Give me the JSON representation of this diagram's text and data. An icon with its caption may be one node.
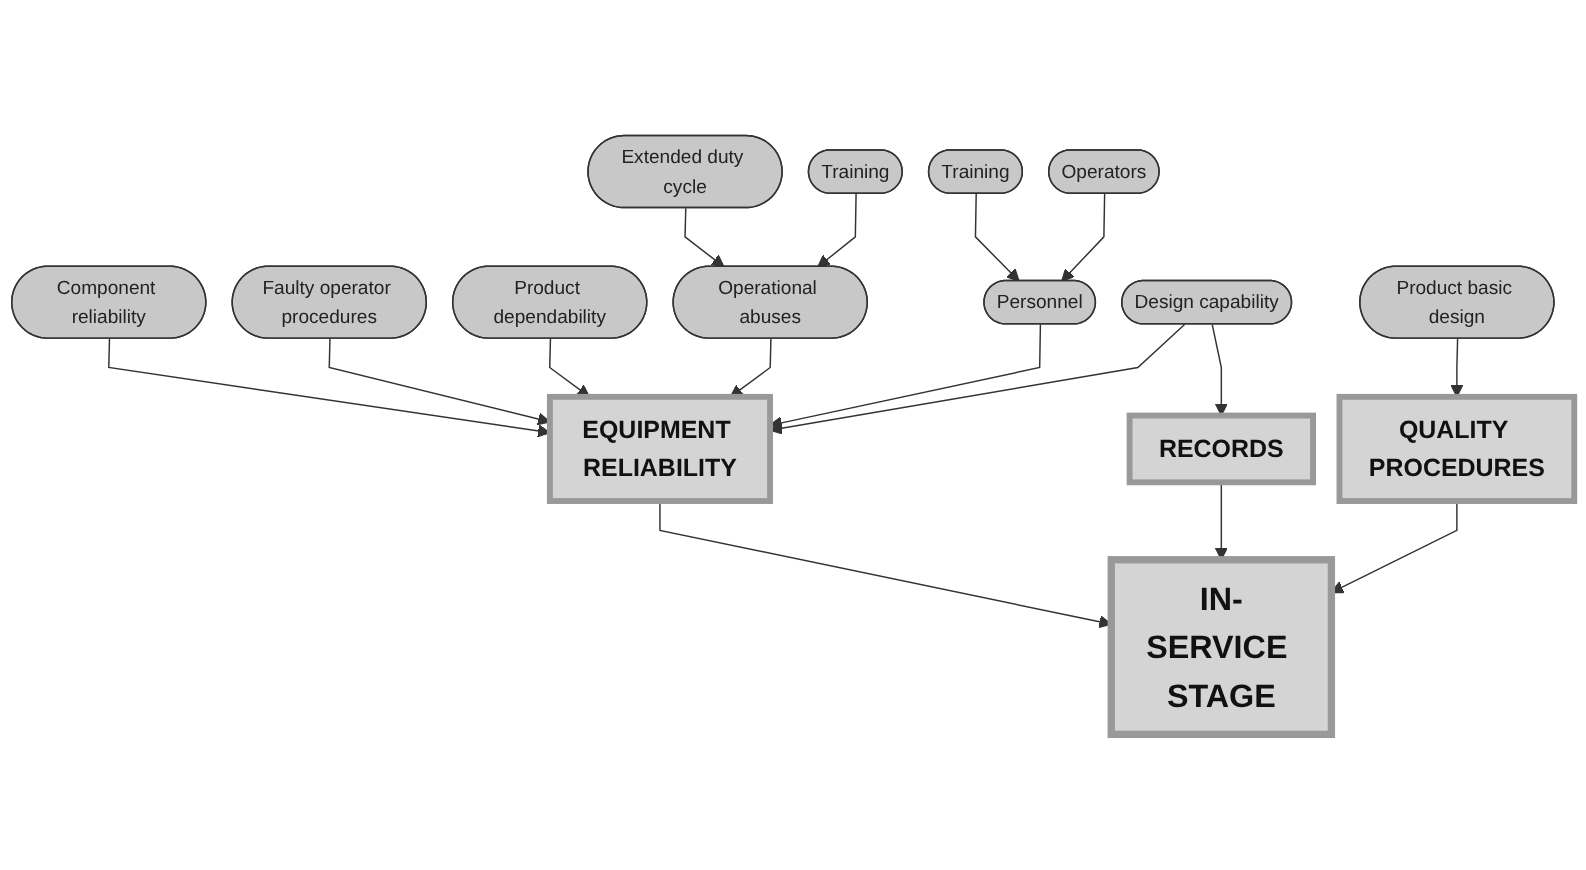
{
  "diagram": {
    "nodes": [
      {
        "text": [
          "Component reliability"
        ]
      },
      {
        "text": [
          "Faulty operator procedures"
        ]
      },
      {
        "text": [
          "Extended duty cycle"
        ]
      },
      {
        "text": [
          "Product dependability"
        ]
      },
      {
        "text": [
          "Operational abuses"
        ]
      },
      {
        "text": [
          "Training"
        ]
      },
      {
        "text": [
          "Personnel"
        ]
      },
      {
        "text": [
          "EQUIPMENT RELIABILITY"
        ]
      },
      {
        "text": [
          "Training"
        ]
      },
      {
        "text": [
          "Design capability"
        ]
      },
      {
        "text": [
          "Operators"
        ]
      },
      {
        "text": [
          "Product basic design"
        ]
      },
      {
        "text": [
          "QUALITY PROCEDURES"
        ]
      },
      {
        "text": [
          "IN-SERVICE STAGE"
        ]
      },
      {
        "text": [
          "RECORDS"
        ]
      }
    ],
    "edges": [
      {
        "from": 0,
        "to": 7,
        "arrow": "to"
      },
      {
        "from": 1,
        "to": 7,
        "arrow": "to"
      },
      {
        "from": 2,
        "to": 4,
        "arrow": "to"
      },
      {
        "from": 8,
        "to": 4,
        "arrow": "to"
      },
      {
        "from": 3,
        "to": 7,
        "arrow": "to"
      },
      {
        "from": 4,
        "to": 7,
        "arrow": "to"
      },
      {
        "from": 5,
        "to": 6,
        "arrow": "to"
      },
      {
        "from": 10,
        "to": 6,
        "arrow": "to"
      },
      {
        "from": 6,
        "to": 7,
        "arrow": "to"
      },
      {
        "from": 9,
        "to": 7,
        "arrow": "to"
      },
      {
        "from": 7,
        "to": 13,
        "arrow": "to"
      },
      {
        "from": 9,
        "to": 14,
        "arrow": "to"
      },
      {
        "from": 11,
        "to": 12,
        "arrow": "to"
      },
      {
        "from": 12,
        "to": 13,
        "arrow": "to"
      },
      {
        "from": 14,
        "to": 13,
        "arrow": "to"
      }
    ]
  }
}
